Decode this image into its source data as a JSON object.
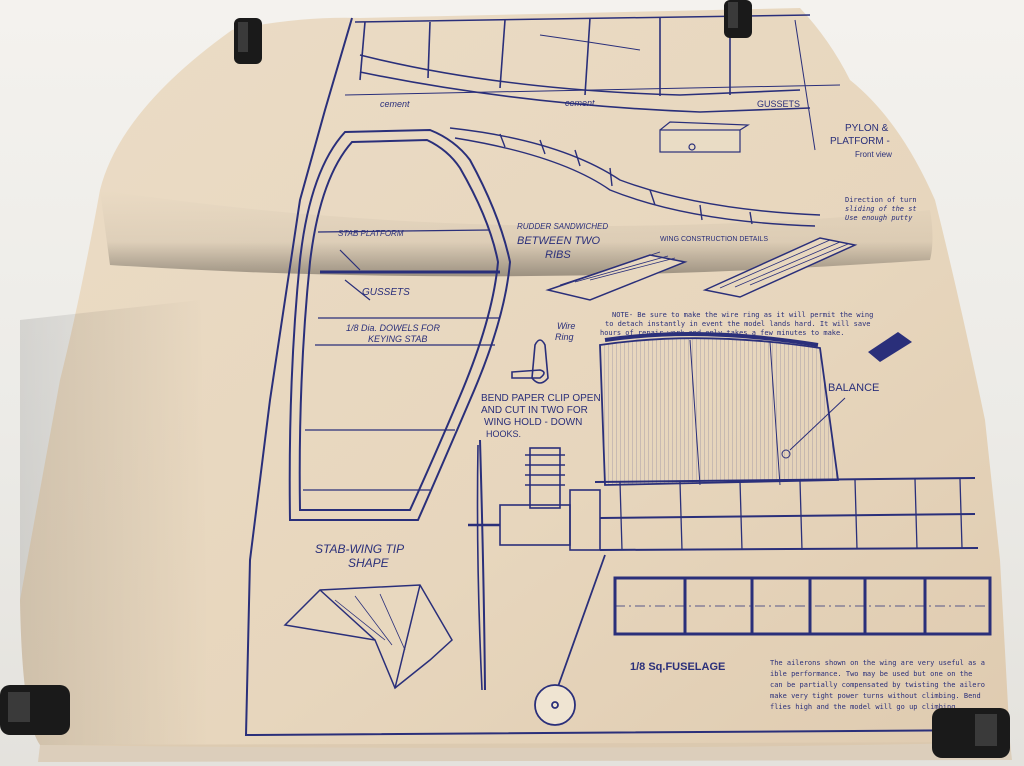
{
  "plan": {
    "labels": {
      "cement": "cement",
      "gussets_top": "GUSSETS",
      "pylon": "PYLON &",
      "platform": "PLATFORM -",
      "front_view": "Front view",
      "stab_platform": "STAB PLATFORM",
      "rudder_sandwiched": "RUDDER SANDWICHED",
      "between_two": "BETWEEN TWO",
      "ribs": "RIBS",
      "wing_construction": "WING CONSTRUCTION DETAILS",
      "gussets": "GUSSETS",
      "dowels_line1": "1/8 Dia. DOWELS FOR",
      "dowels_line2": "KEYING STAB",
      "wire_ring_1": "Wire",
      "wire_ring_2": "Ring",
      "note_line1": "NOTE- Be sure to make the wire ring as it will permit the wing",
      "note_line2": "to detach instantly in event the model lands hard. It will save",
      "note_line3": "hours of repair work and only takes a few minutes to make.",
      "bend_clip_1": "BEND PAPER CLIP OPEN",
      "bend_clip_2": "AND CUT IN TWO FOR",
      "bend_clip_3": "WING HOLD - DOWN",
      "bend_clip_4": "HOOKS.",
      "balance": "BALANCE",
      "stab_tip_1": "STAB-WING TIP",
      "stab_tip_2": "SHAPE",
      "fuselage": "1/8 Sq.FUSELAGE",
      "direction_1": "Direction of turn",
      "direction_2": "sliding of the st",
      "direction_3": "Use enough putty",
      "ailerons_1": "The ailerons shown on the wing are very useful as a",
      "ailerons_2": "ible performance. Two may be used but one on the",
      "ailerons_3": "can be partially compensated by twisting the ailero",
      "ailerons_4": "make very tight power turns without climbing. Bend",
      "ailerons_5": "flies high and the model will go up climbing."
    }
  }
}
